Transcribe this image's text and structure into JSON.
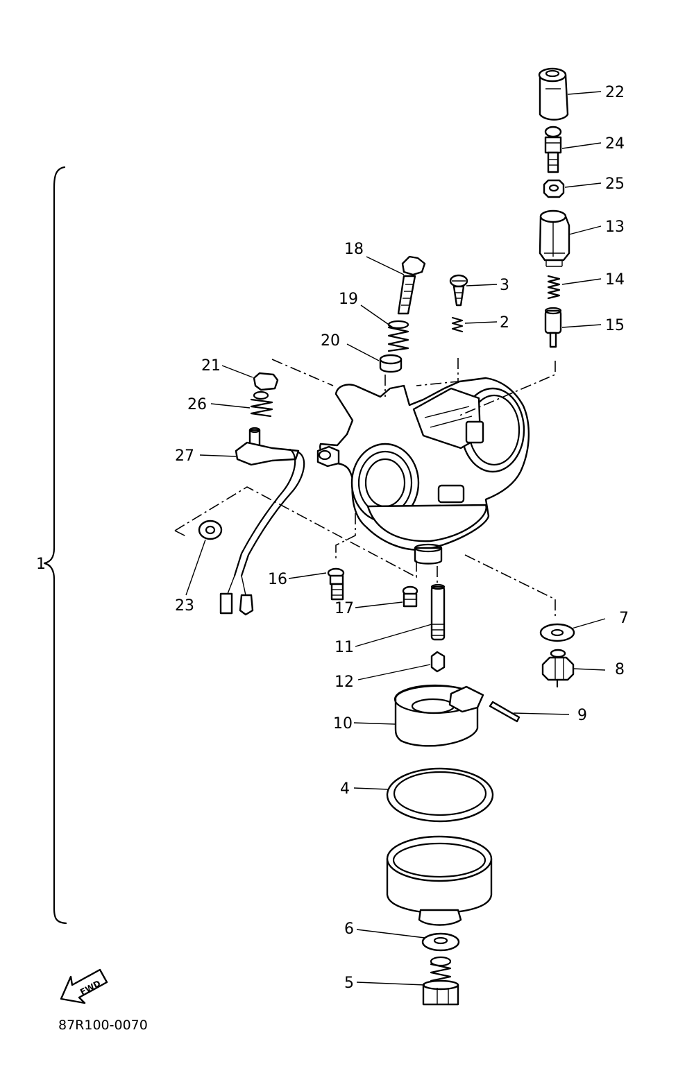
{
  "diagram": {
    "drawing_code": "87R100-0070",
    "fwd_arrow_text": "FWD",
    "bracket_label": "1",
    "callouts": [
      {
        "id": "c22",
        "text": "22"
      },
      {
        "id": "c24",
        "text": "24"
      },
      {
        "id": "c25",
        "text": "25"
      },
      {
        "id": "c13",
        "text": "13"
      },
      {
        "id": "c14",
        "text": "14"
      },
      {
        "id": "c15",
        "text": "15"
      },
      {
        "id": "c18",
        "text": "18"
      },
      {
        "id": "c3",
        "text": "3"
      },
      {
        "id": "c19",
        "text": "19"
      },
      {
        "id": "c2",
        "text": "2"
      },
      {
        "id": "c20",
        "text": "20"
      },
      {
        "id": "c21",
        "text": "21"
      },
      {
        "id": "c26",
        "text": "26"
      },
      {
        "id": "c27",
        "text": "27"
      },
      {
        "id": "c16",
        "text": "16"
      },
      {
        "id": "c23",
        "text": "23"
      },
      {
        "id": "c17",
        "text": "17"
      },
      {
        "id": "c7",
        "text": "7"
      },
      {
        "id": "c11",
        "text": "11"
      },
      {
        "id": "c8",
        "text": "8"
      },
      {
        "id": "c12",
        "text": "12"
      },
      {
        "id": "c9",
        "text": "9"
      },
      {
        "id": "c10",
        "text": "10"
      },
      {
        "id": "c4",
        "text": "4"
      },
      {
        "id": "c6",
        "text": "6"
      },
      {
        "id": "c5",
        "text": "5"
      }
    ]
  }
}
